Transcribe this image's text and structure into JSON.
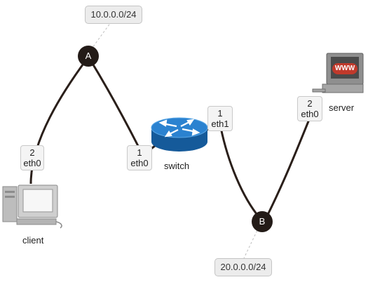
{
  "networks": {
    "A": {
      "name": "A",
      "subnet": "10.0.0.0/24"
    },
    "B": {
      "name": "B",
      "subnet": "20.0.0.0/24"
    }
  },
  "nodes": {
    "client": {
      "name": "client",
      "iface": {
        "number": "2",
        "name": "eth0"
      }
    },
    "switch": {
      "name": "switch",
      "ifaces": [
        {
          "number": "1",
          "name": "eth0"
        },
        {
          "number": "1",
          "name": "eth1"
        }
      ]
    },
    "server": {
      "name": "server",
      "iface": {
        "number": "2",
        "name": "eth0"
      },
      "screen_text": "WWW"
    }
  },
  "colors": {
    "link": "#2a1f1a",
    "hub": "#231b17",
    "router_blue": "#1e73be",
    "server_red": "#c0392b"
  }
}
